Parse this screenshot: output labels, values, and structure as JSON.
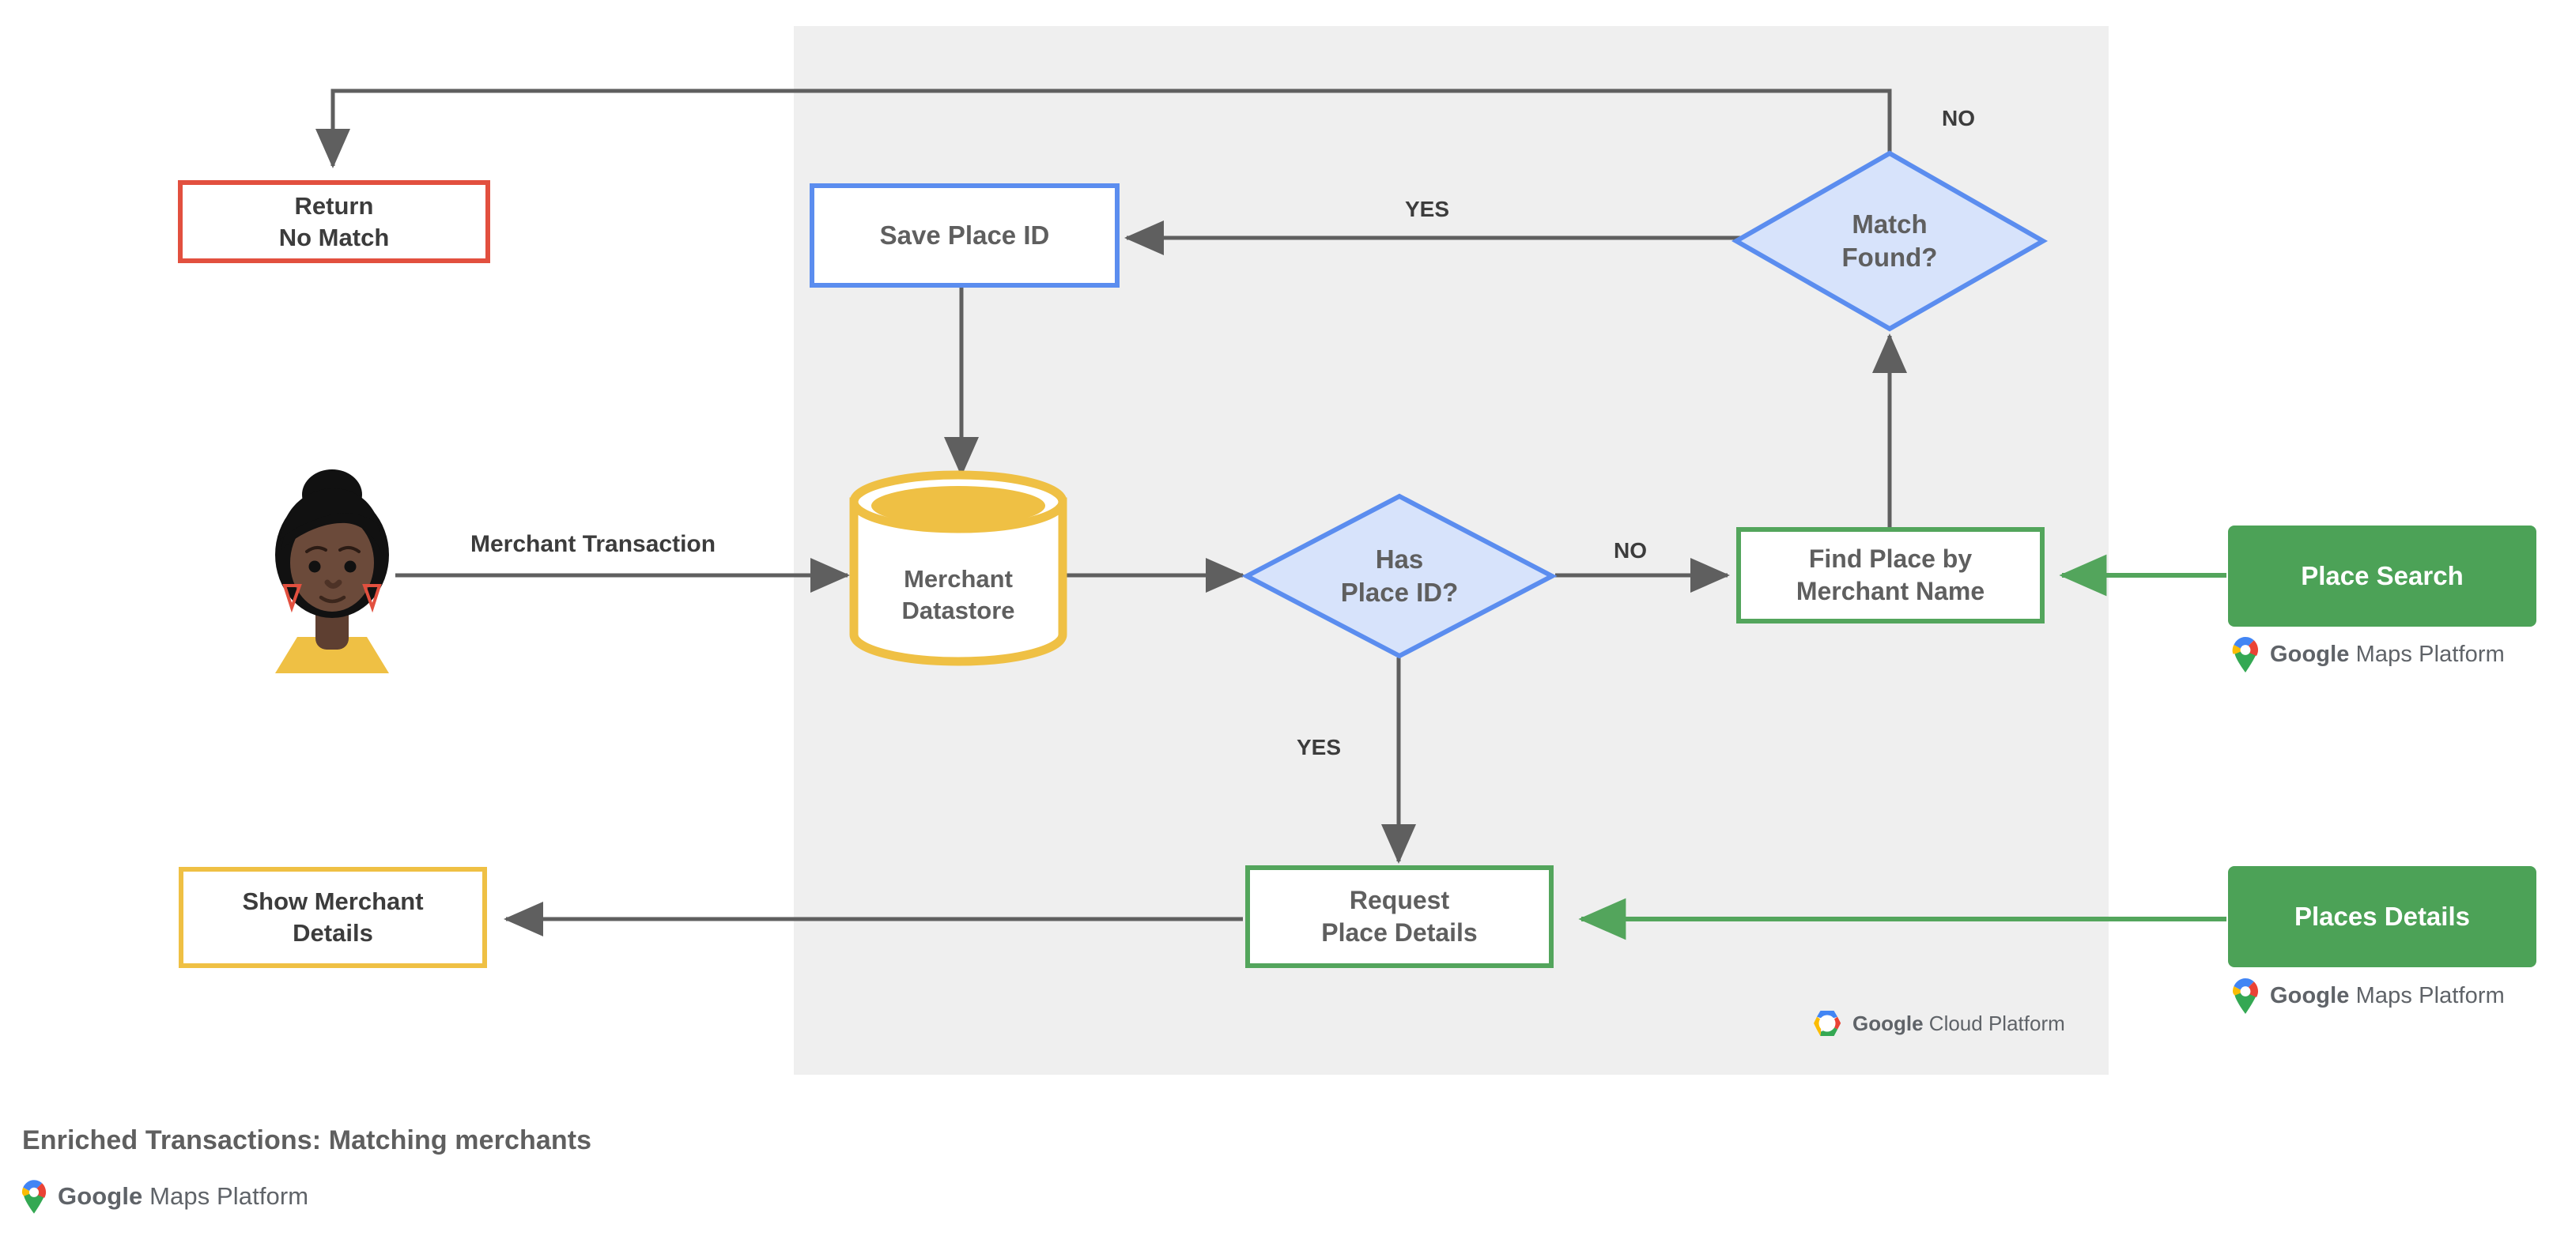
{
  "caption": {
    "title": "Enriched Transactions: Matching merchants",
    "logo": {
      "brand": "Google",
      "product": "Maps Platform"
    }
  },
  "panel": {
    "name": "Google Cloud Platform",
    "logo": {
      "brand": "Google",
      "product": "Cloud Platform"
    }
  },
  "colors": {
    "panel_bg": "#efefef",
    "red": "#e2503f",
    "blue": "#5b8def",
    "blue_fill": "#d7e3fb",
    "green": "#53a55c",
    "green_fill": "#4ca257",
    "yellow": "#efc044",
    "arrow_gray": "#5f5f5f",
    "text_gray": "#5f5f5f",
    "text_dark": "#3c3c3c"
  },
  "nodes": {
    "return_no_match": {
      "line1": "Return",
      "line2": "No Match"
    },
    "save_place_id": {
      "line1": "Save Place ID"
    },
    "match_found": {
      "line1": "Match",
      "line2": "Found?"
    },
    "merchant_datastore": {
      "line1": "Merchant",
      "line2": "Datastore"
    },
    "has_place_id": {
      "line1": "Has",
      "line2": "Place ID?"
    },
    "find_place": {
      "line1": "Find Place by",
      "line2": "Merchant Name"
    },
    "request_place_details": {
      "line1": "Request",
      "line2": "Place Details"
    },
    "show_merchant_details": {
      "line1": "Show Merchant",
      "line2": "Details"
    },
    "place_search": {
      "line1": "Place Search"
    },
    "places_details": {
      "line1": "Places Details"
    }
  },
  "edge_labels": {
    "merchant_transaction": "Merchant Transaction",
    "match_found_no": "NO",
    "match_found_yes": "YES",
    "has_place_id_no": "NO",
    "has_place_id_yes": "YES"
  },
  "api_logos": {
    "place_search": {
      "brand": "Google",
      "product": "Maps Platform"
    },
    "places_details": {
      "brand": "Google",
      "product": "Maps Platform"
    }
  },
  "avatar": {
    "alt": "merchant customer avatar",
    "skin": "#6b4a3a",
    "hair": "#111111",
    "shirt": "#efc044",
    "earring": "#e2503f"
  }
}
